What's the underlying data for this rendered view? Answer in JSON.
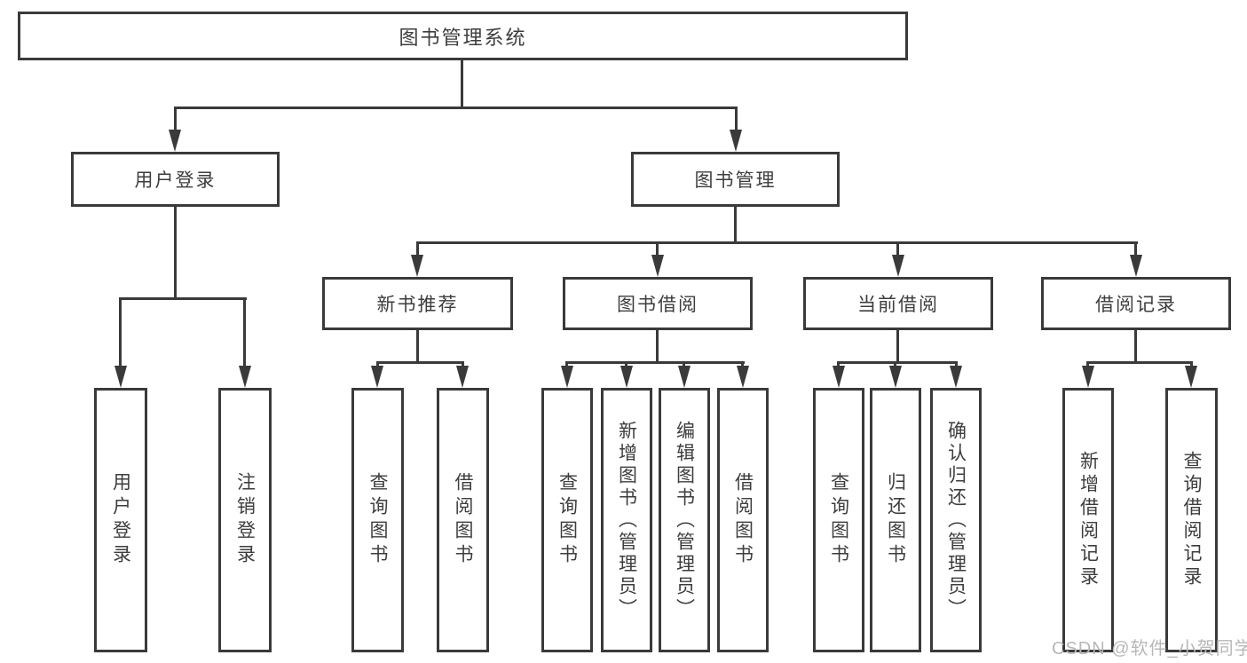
{
  "diagram": {
    "type": "tree",
    "root": {
      "label": "图书管理系统"
    },
    "branches": [
      {
        "label": "用户登录",
        "children": [
          {
            "label": "用户登录"
          },
          {
            "label": "注销登录"
          }
        ]
      },
      {
        "label": "图书管理",
        "children": [
          {
            "label": "新书推荐",
            "children": [
              {
                "label": "查询图书"
              },
              {
                "label": "借阅图书"
              }
            ]
          },
          {
            "label": "图书借阅",
            "children": [
              {
                "label": "查询图书"
              },
              {
                "label": "新增图书（管理员）"
              },
              {
                "label": "编辑图书（管理员）"
              },
              {
                "label": "借阅图书"
              }
            ]
          },
          {
            "label": "当前借阅",
            "children": [
              {
                "label": "查询图书"
              },
              {
                "label": "归还图书"
              },
              {
                "label": "确认归还（管理员）"
              }
            ]
          },
          {
            "label": "借阅记录",
            "children": [
              {
                "label": "新增借阅记录"
              },
              {
                "label": "查询借阅记录"
              }
            ]
          }
        ]
      }
    ]
  },
  "watermark": {
    "text": "CSDN @软件_小贺同学"
  },
  "colors": {
    "line": "#3a3a3a",
    "text": "#3d3d3d",
    "background": "#ffffff",
    "watermark": "#b8b8b8"
  }
}
